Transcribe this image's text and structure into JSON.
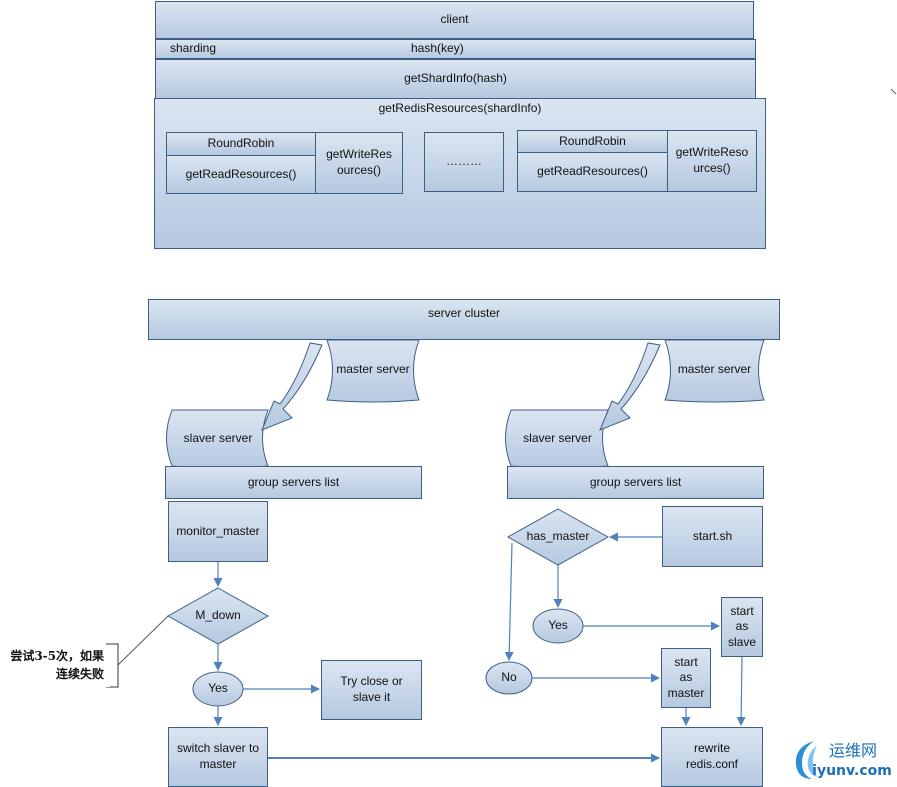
{
  "client_stack": {
    "client": "client",
    "sharding": "sharding",
    "hash_key": "hash(key)",
    "get_shard_info": "getShardInfo(hash)",
    "get_redis_resources": "getRedisResources(shardInfo)",
    "left_group": {
      "round_robin": "RoundRobin",
      "get_read": "getReadResources()",
      "get_write": "getWriteRes\nources()"
    },
    "ellipsis": "………",
    "right_group": {
      "round_robin": "RoundRobin",
      "get_read": "getReadResources()",
      "get_write": "getWriteReso\nurces()"
    }
  },
  "server": {
    "cluster": "server cluster",
    "master_left": "master server",
    "master_right": "master server",
    "slaver_left": "slaver server",
    "slaver_right": "slaver server",
    "group_left": "group servers list",
    "group_right": "group servers list"
  },
  "left_flow": {
    "monitor": "monitor_master",
    "decision": "M_down",
    "yes": "Yes",
    "try_close": "Try close or\nslave it",
    "switch": "switch slaver to\nmaster",
    "note": "尝试3-5次，如果\n连续失败"
  },
  "right_flow": {
    "decision": "has_master",
    "start_sh": "start.sh",
    "yes": "Yes",
    "no": "No",
    "start_slave": "start\nas\nslave",
    "start_master": "start\nas\nmaster",
    "rewrite": "rewrite\nredis.conf"
  },
  "watermark": {
    "cn": "运维网",
    "domain": "iyunv.com"
  },
  "colors": {
    "fill_top": "#dbe5f1",
    "fill_bottom": "#b6c9e0",
    "border": "#3d5f86",
    "connector": "#4f81bd"
  }
}
